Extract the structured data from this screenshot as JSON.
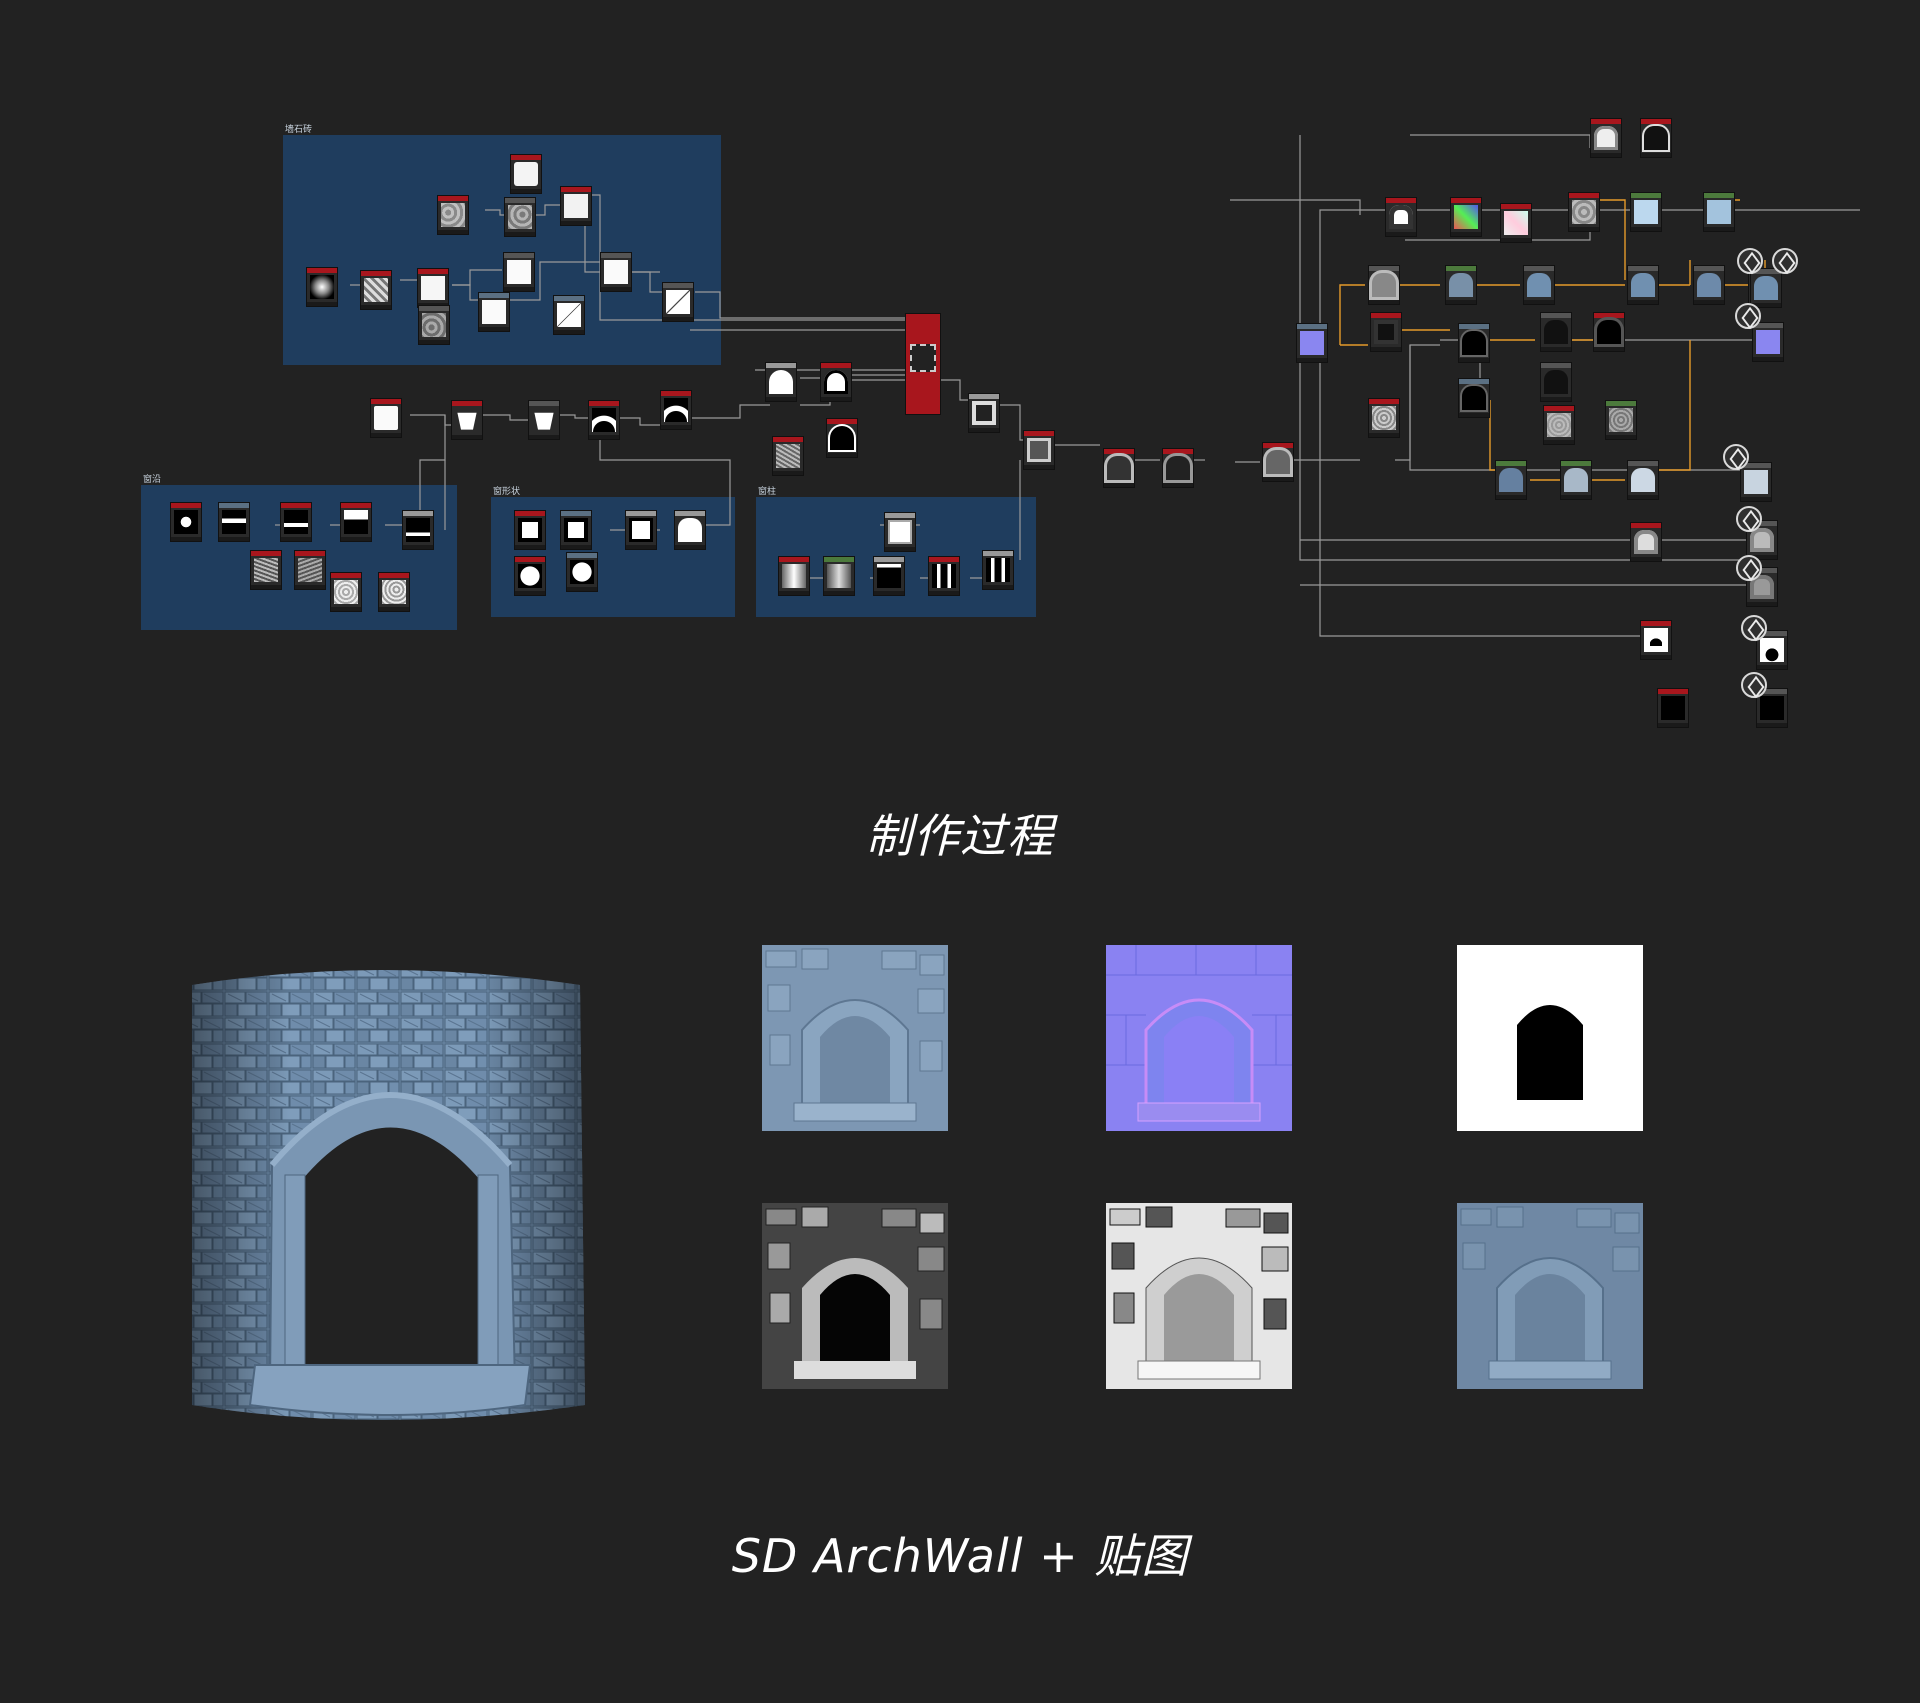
{
  "graph": {
    "frames": {
      "brick": "墙石砖",
      "sill": "窗沿",
      "window_shape": "窗形状",
      "pillar": "窗柱"
    }
  },
  "captions": {
    "process": "制作过程",
    "result": "SD ArchWall + 贴图"
  },
  "textures": [
    "basecolor",
    "normal",
    "opacity",
    "ambient-occlusion",
    "height",
    "rendered-preview"
  ],
  "colors": {
    "background": "#222222",
    "frame": "#1f3d5e",
    "node_header_red": "#a8161d",
    "node_header_green": "#4c7a3c",
    "wire_gray": "#9a9a9a",
    "wire_orange": "#e59a2a"
  }
}
